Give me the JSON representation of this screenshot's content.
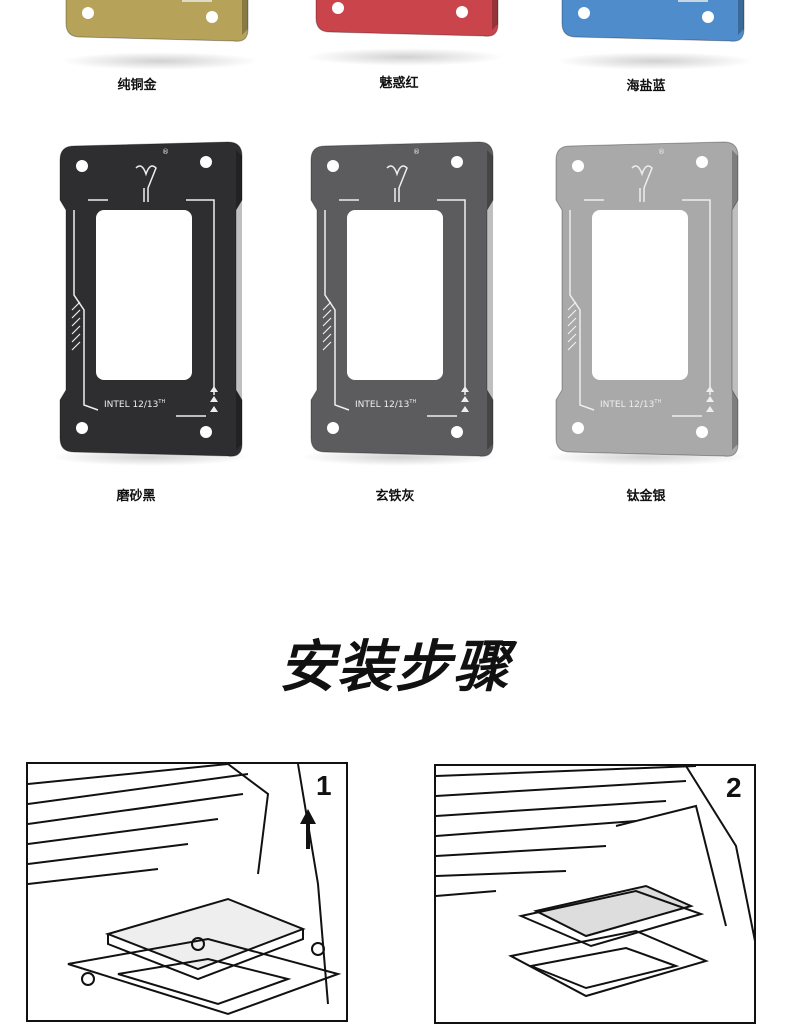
{
  "colors_row1": [
    {
      "name": "纯铜金",
      "color": "#b7a25a"
    },
    {
      "name": "魅惑红",
      "color": "#c9444b"
    },
    {
      "name": "海盐蓝",
      "color": "#4f8ccb"
    }
  ],
  "colors_row2": [
    {
      "name": "磨砂黑",
      "color": "#2e2e30"
    },
    {
      "name": "玄铁灰",
      "color": "#5c5c5e"
    },
    {
      "name": "钛金银",
      "color": "#a9a9aa"
    }
  ],
  "engraving": {
    "text": "INTEL 12/13",
    "sup": "TH",
    "mark": "®"
  },
  "section_title": "安装步骤",
  "steps": [
    {
      "number": "1"
    },
    {
      "number": "2"
    }
  ]
}
